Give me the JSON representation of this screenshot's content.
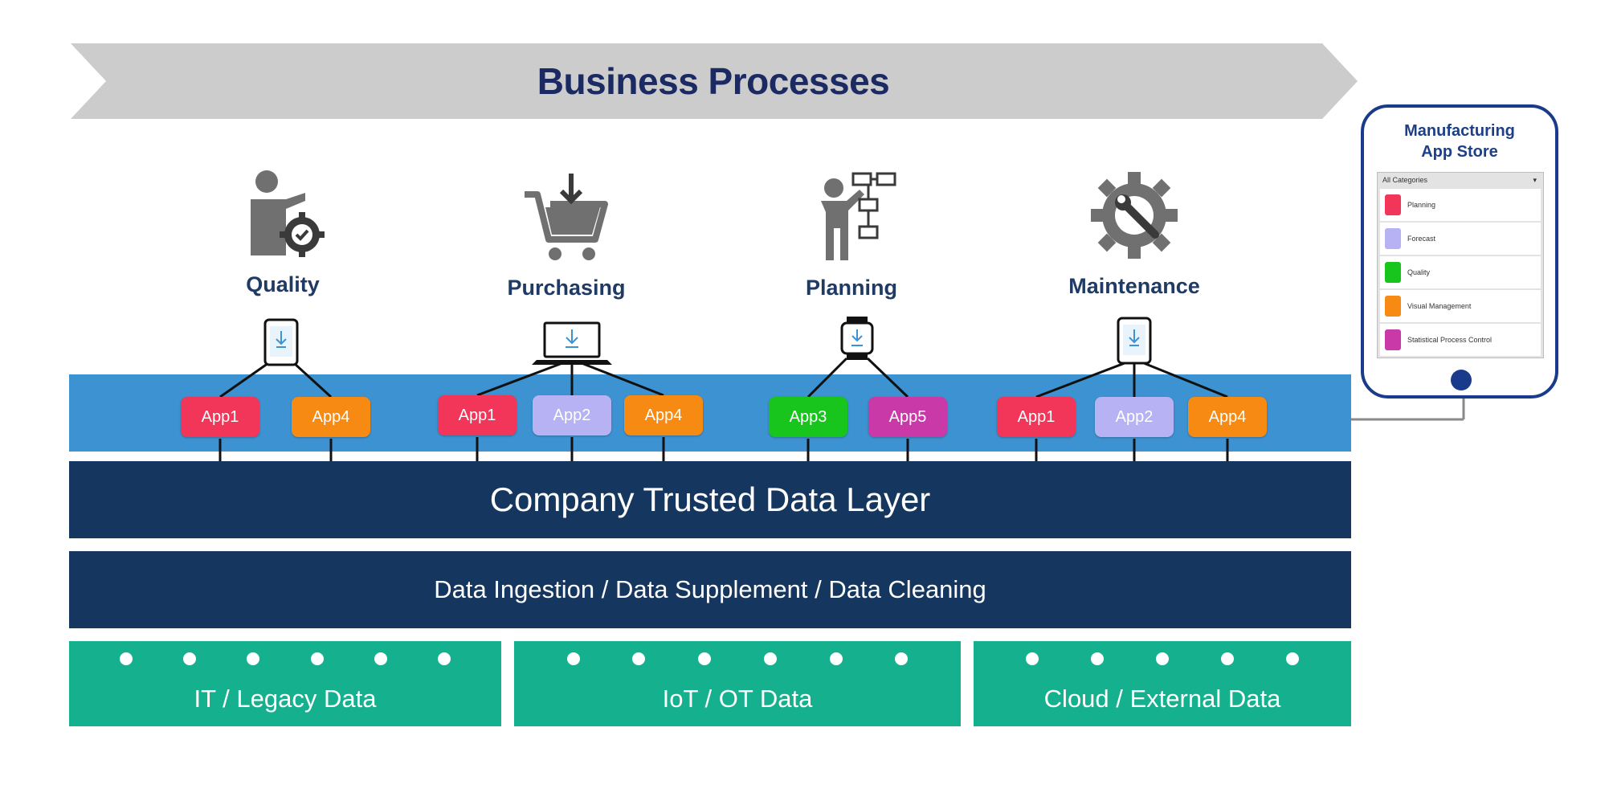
{
  "banner": {
    "title": "Business Processes"
  },
  "processes": [
    {
      "label": "Quality",
      "icon": "quality-person-gear-icon",
      "device": "tablet-icon"
    },
    {
      "label": "Purchasing",
      "icon": "shopping-cart-icon",
      "device": "laptop-icon"
    },
    {
      "label": "Planning",
      "icon": "planning-person-flowchart-icon",
      "device": "smartwatch-icon"
    },
    {
      "label": "Maintenance",
      "icon": "gear-wrench-icon",
      "device": "tablet-icon"
    }
  ],
  "apps": {
    "quality": [
      "App1",
      "App4"
    ],
    "purchasing": [
      "App1",
      "App2",
      "App4"
    ],
    "planning": [
      "App3",
      "App5"
    ],
    "maintenance": [
      "App1",
      "App2",
      "App4"
    ]
  },
  "app_colors": {
    "App1": "#f1365a",
    "App2": "#b6b2f3",
    "App3": "#17c51c",
    "App4": "#f68a12",
    "App5": "#c93aa8"
  },
  "layers": {
    "trusted": "Company Trusted Data Layer",
    "ingestion": "Data Ingestion  /  Data Supplement / Data Cleaning"
  },
  "sources": [
    "IT /  Legacy Data",
    "IoT / OT Data",
    "Cloud / External Data"
  ],
  "app_store": {
    "title_line1": "Manufacturing",
    "title_line2": "App Store",
    "header": "All Categories",
    "items": [
      {
        "label": "Planning",
        "color": "#f1365a"
      },
      {
        "label": "Forecast",
        "color": "#b6b2f3"
      },
      {
        "label": "Quality",
        "color": "#17c51c"
      },
      {
        "label": "Visual Management",
        "color": "#f68a12"
      },
      {
        "label": "Statistical Process Control",
        "color": "#c93aa8"
      }
    ]
  },
  "colors": {
    "banner": "#cccccc",
    "app_band": "#3d92d1",
    "navy": "#15375f",
    "source_green": "#15b08e",
    "phone_border": "#1a3a8c",
    "icon_gray": "#707070"
  }
}
